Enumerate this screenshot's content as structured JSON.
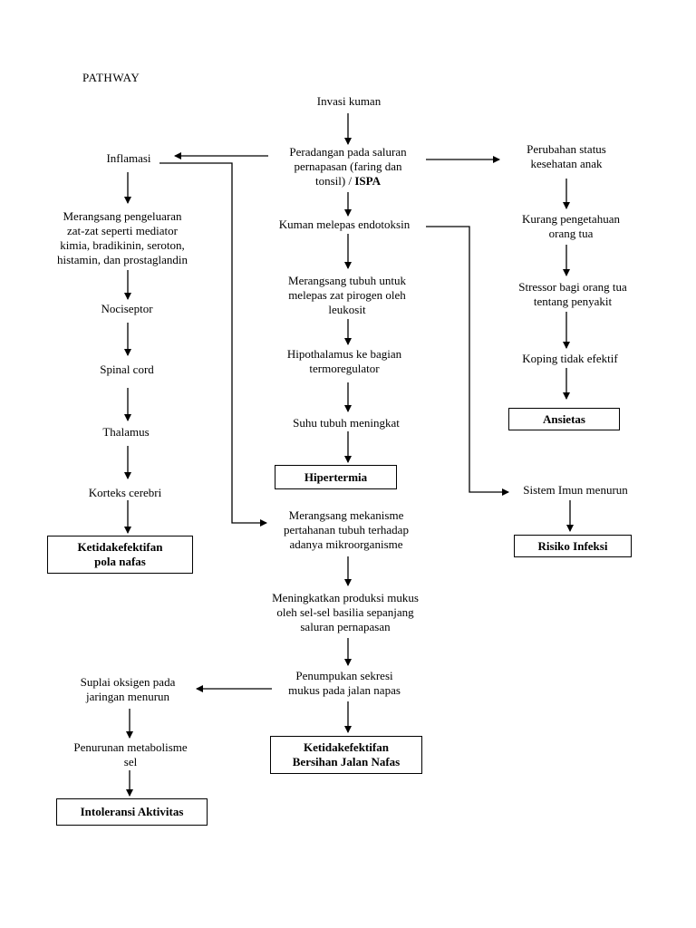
{
  "title": "PATHWAY",
  "center": {
    "invasi": "Invasi kuman",
    "peradangan": {
      "line1": "Peradangan pada saluran",
      "line2": "pernapasan (faring dan",
      "line3_plain": "tonsil) / ",
      "line3_bold": "ISPA"
    },
    "endotoksin": "Kuman melepas endotoksin",
    "pirogen": [
      "Merangsang tubuh untuk",
      "melepas zat pirogen oleh",
      "leukosit"
    ],
    "hipothalamus": [
      "Hipothalamus ke bagian",
      "termoregulator"
    ],
    "suhu": "Suhu tubuh meningkat",
    "hipertermia": "Hipertermia",
    "mekanisme": [
      "Merangsang mekanisme",
      "pertahanan tubuh terhadap",
      "adanya mikroorganisme"
    ],
    "mukus": [
      "Meningkatkan produksi mukus",
      "oleh sel-sel basilia sepanjang",
      "saluran pernapasan"
    ],
    "penumpukan": [
      "Penumpukan sekresi",
      "mukus pada jalan napas"
    ],
    "bersihan": [
      "Ketidakefektifan",
      "Bersihan Jalan Nafas"
    ]
  },
  "left": {
    "inflamasi": "Inflamasi",
    "mediator": [
      "Merangsang pengeluaran",
      "zat-zat seperti mediator",
      "kimia, bradikinin, seroton,",
      "histamin, dan prostaglandin"
    ],
    "nociseptor": "Nociseptor",
    "spinal": "Spinal cord",
    "thalamus": "Thalamus",
    "korteks": "Korteks cerebri",
    "pola_nafas": [
      "Ketidakefektifan",
      "pola nafas"
    ],
    "suplai": [
      "Suplai oksigen pada",
      "jaringan menurun"
    ],
    "metabolisme": [
      "Penurunan metabolisme",
      "sel"
    ],
    "intoleransi": "Intoleransi Aktivitas"
  },
  "right": {
    "status": [
      "Perubahan status",
      "kesehatan anak"
    ],
    "pengetahuan": [
      "Kurang pengetahuan",
      "orang tua"
    ],
    "stressor": [
      "Stressor bagi orang tua",
      "tentang penyakit"
    ],
    "koping": "Koping tidak efektif",
    "ansietas": "Ansietas",
    "imun": "Sistem Imun menurun",
    "infeksi": "Risiko Infeksi"
  }
}
